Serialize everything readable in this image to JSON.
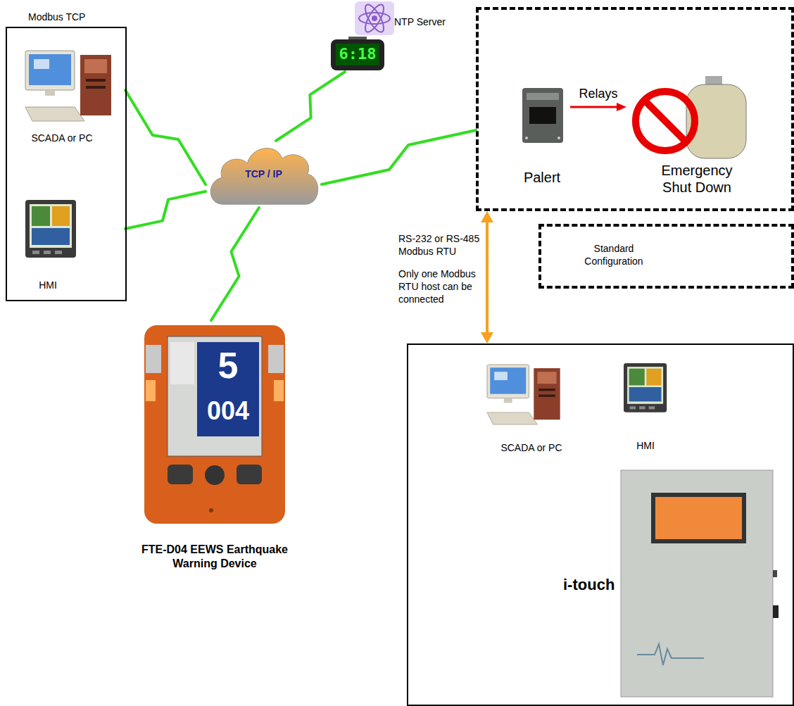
{
  "diagram": {
    "nodes": [
      {
        "text": [
          "Modbus TCP"
        ]
      },
      {
        "text": [
          "SCADA or PC"
        ],
        "in": 0
      },
      {
        "text": [
          "HMI"
        ],
        "in": 0
      },
      {
        "text": [
          "NTP Server"
        ]
      },
      {
        "text": [
          "TCP / IP"
        ]
      },
      {
        "text": []
      },
      {
        "text": [
          "Palert"
        ],
        "in": 5
      },
      {
        "text": [
          "Emergency Shut Down"
        ],
        "in": 5
      },
      {
        "text": [
          "FTE-D04 EEWS Earthquake Warning Device"
        ]
      },
      {
        "text": []
      },
      {
        "text": [
          "SCADA or PC"
        ],
        "in": 9
      },
      {
        "text": [
          "HMI"
        ],
        "in": 9
      },
      {
        "text": [
          "i-touch"
        ],
        "in": 9
      }
    ],
    "edges": [
      {
        "from": 4,
        "to": 1,
        "arrow": "none"
      },
      {
        "from": 4,
        "to": 2,
        "arrow": "none"
      },
      {
        "from": 4,
        "to": 3,
        "arrow": "none"
      },
      {
        "from": 4,
        "to": 5,
        "arrow": "none"
      },
      {
        "from": 4,
        "to": 8,
        "arrow": "none"
      },
      {
        "from": 6,
        "to": 7,
        "label": "Relays",
        "arrow": "to"
      },
      {
        "from": 5,
        "to": 9,
        "label": "RS-232 or RS-485 Modbus RTU",
        "arrow": "both"
      }
    ],
    "labels": [
      "Only one Modbus RTU host can be connected",
      "6:18",
      "5",
      "004"
    ],
    "legend": [
      {
        "text": "Standard Configuration"
      }
    ]
  }
}
